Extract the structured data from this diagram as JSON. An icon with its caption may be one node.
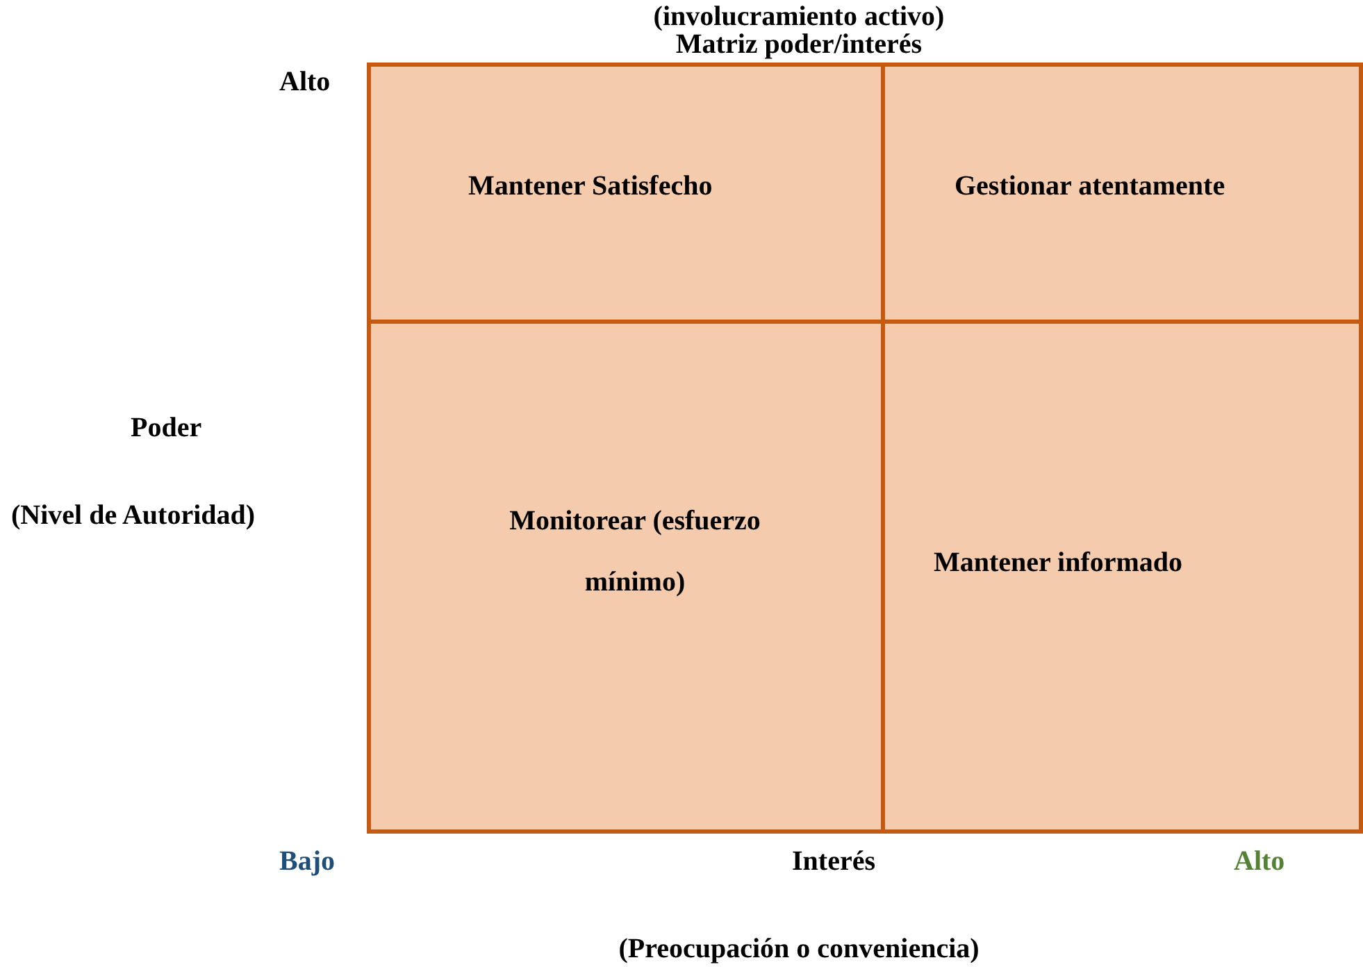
{
  "diagram": {
    "title": "Matriz poder/interés",
    "nodes": [
      {
        "text": [
          "Mantener Satisfecho"
        ]
      },
      {
        "text": [
          "Gestionar atentamente"
        ]
      },
      {
        "text": [
          "Monitorear (esfuerzo mínimo)"
        ]
      },
      {
        "text": [
          "Mantener informado"
        ]
      }
    ],
    "labels": [
      "(involucramiento activo)",
      "Alto",
      "Poder",
      "(Nivel de Autoridad)",
      "Bajo",
      "Interés",
      "Alto",
      "(Preocupación o conveniencia)"
    ]
  }
}
